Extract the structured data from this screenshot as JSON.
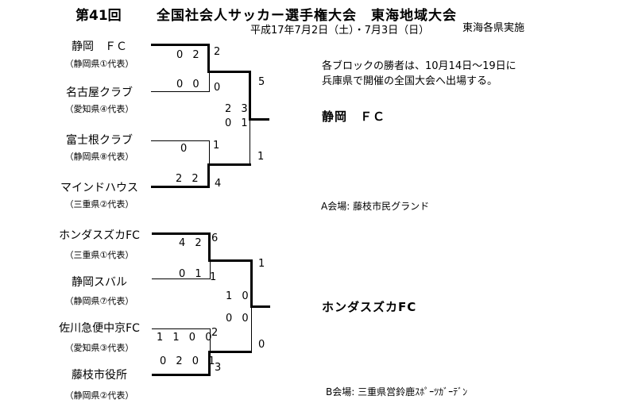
{
  "header": {
    "edition": "第41回",
    "title": "全国社会人サッカー選手権大会　東海地域大会",
    "dates": "平成17年7月2日（土）・7月3日（日）",
    "note": "東海各県実施"
  },
  "announcement": {
    "line1": "各ブロックの勝者は、10月14日～19日に",
    "line2": "兵庫県で開催の全国大会へ出場する。"
  },
  "block_a": {
    "teams": [
      {
        "name": "静岡　ＦＣ",
        "rep": "（静岡県①代表）"
      },
      {
        "name": "名古屋クラブ",
        "rep": "（愛知県④代表）"
      },
      {
        "name": "富士根クラブ",
        "rep": "（静岡県⑧代表）"
      },
      {
        "name": "マインドハウス",
        "rep": "（三重県②代表）"
      }
    ],
    "match1": {
      "top_halves": "0 2",
      "top_total": "2",
      "bottom_halves": "0 0",
      "bottom_total": "0"
    },
    "match2": {
      "top_halves": "0",
      "top_total": "1",
      "bottom_halves": "2 2",
      "bottom_total": "4"
    },
    "final": {
      "top_total": "5",
      "top_halves": "2 3",
      "bottom_halves": "0 1",
      "bottom_total": "1"
    },
    "winner": "静岡　ＦＣ",
    "venue": "A会場: 藤枝市民グランド"
  },
  "block_b": {
    "teams": [
      {
        "name": "ホンダスズカFC",
        "rep": "（三重県①代表）"
      },
      {
        "name": "静岡スバル",
        "rep": "（静岡県⑦代表）"
      },
      {
        "name": "佐川急便中京FC",
        "rep": "（愛知県③代表）"
      },
      {
        "name": "藤枝市役所",
        "rep": "（静岡県②代表）"
      }
    ],
    "match1": {
      "top_halves": "4 2",
      "top_total": "6",
      "bottom_halves": "0 1",
      "bottom_total": "1"
    },
    "match2": {
      "top_halves": "1 1 0 0",
      "top_total": "2",
      "bottom_halves": "0 2 0 1",
      "bottom_total": "3"
    },
    "final": {
      "top_total": "1",
      "top_halves": "1 0",
      "bottom_halves": "0 0",
      "bottom_total": "0"
    },
    "winner": "ホンダスズカFC",
    "venue": "B会場: 三重県営鈴鹿ｽﾎﾟｰﾂｶﾞｰﾃﾞﾝ"
  }
}
